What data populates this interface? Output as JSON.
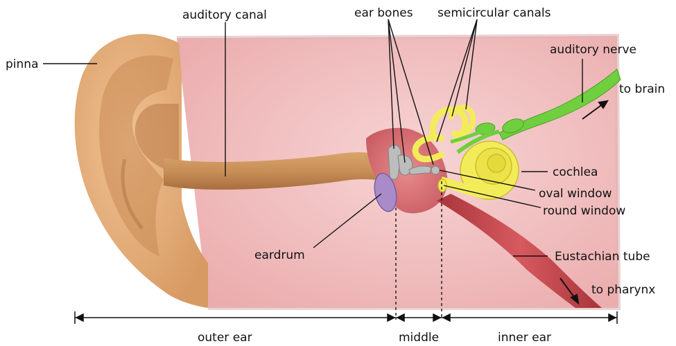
{
  "labels": {
    "pinna": "pinna",
    "auditory_canal": "auditory canal",
    "ear_bones": "ear bones",
    "semicircular_canals": "semicircular canals",
    "auditory_nerve": "auditory nerve",
    "to_brain": "to brain",
    "cochlea": "cochlea",
    "oval_window": "oval window",
    "round_window": "round window",
    "eardrum": "eardrum",
    "eustachian_tube": "Eustachian tube",
    "to_pharynx": "to pharynx"
  },
  "regions": {
    "outer": "outer ear",
    "middle": "middle",
    "inner": "inner ear"
  },
  "colors": {
    "tissue": "#f2c4c4",
    "skin": "#e7b483",
    "skin_dark": "#c98a55",
    "canal": "#c9935e",
    "eardrum": "#a98bc9",
    "middle_ear": "#d9747a",
    "bones": "#b9b9b9",
    "cochlea": "#f3ec5a",
    "nerve": "#6fcf3e",
    "eustachian": "#c9444a"
  }
}
